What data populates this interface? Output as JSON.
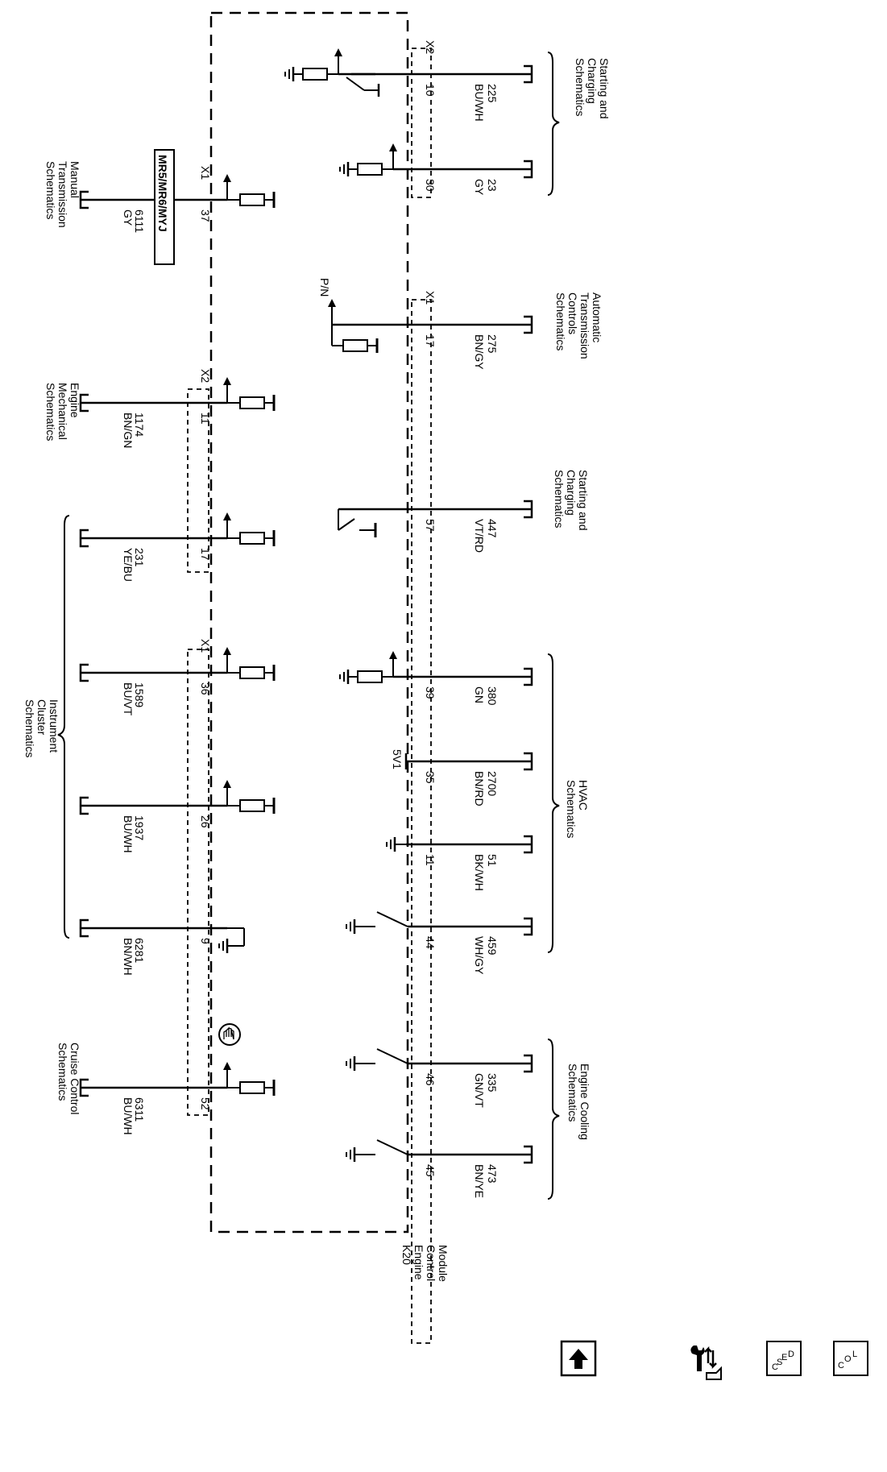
{
  "module": {
    "lines": [
      "K20",
      "Engine",
      "Control",
      "Module"
    ]
  },
  "left_circuits": [
    {
      "id": "c6111",
      "wire": "6111",
      "color": "GY",
      "pin": "37",
      "connector": "X1",
      "dest_key": "manual"
    },
    {
      "id": "c1174",
      "wire": "1174",
      "color": "BN/GN",
      "pin": "11",
      "connector": "X2",
      "dest_key": "engmech"
    },
    {
      "id": "c231",
      "wire": "231",
      "color": "YE/BU",
      "pin": "17",
      "connector": "",
      "dest_key": "cluster"
    },
    {
      "id": "c1589",
      "wire": "1589",
      "color": "BU/VT",
      "pin": "36",
      "connector": "X1",
      "dest_key": "cluster"
    },
    {
      "id": "c1937",
      "wire": "1937",
      "color": "BU/WH",
      "pin": "26",
      "connector": "",
      "dest_key": "cluster"
    },
    {
      "id": "c6281",
      "wire": "6281",
      "color": "BN/WH",
      "pin": "9",
      "connector": "",
      "dest_key": "cluster"
    },
    {
      "id": "c6311",
      "wire": "6311",
      "color": "BU/WH",
      "pin": "52",
      "connector": "",
      "dest_key": "cruise"
    }
  ],
  "right_circuits": [
    {
      "id": "c225",
      "wire": "225",
      "color": "BU/WH",
      "pin": "10",
      "connector": "X2"
    },
    {
      "id": "c23",
      "wire": "23",
      "color": "GY",
      "pin": "30",
      "connector": ""
    },
    {
      "id": "c275",
      "wire": "275",
      "color": "BN/GY",
      "pin": "17",
      "connector": "X1"
    },
    {
      "id": "c447",
      "wire": "447",
      "color": "VT/RD",
      "pin": "57",
      "connector": ""
    },
    {
      "id": "c380",
      "wire": "380",
      "color": "GN",
      "pin": "39",
      "connector": ""
    },
    {
      "id": "c2700",
      "wire": "2700",
      "color": "BN/RD",
      "pin": "35",
      "connector": ""
    },
    {
      "id": "c51",
      "wire": "51",
      "color": "BK/WH",
      "pin": "11",
      "connector": ""
    },
    {
      "id": "c459",
      "wire": "459",
      "color": "WH/GY",
      "pin": "44",
      "connector": ""
    },
    {
      "id": "c335",
      "wire": "335",
      "color": "GN/VT",
      "pin": "46",
      "connector": ""
    },
    {
      "id": "c473",
      "wire": "473",
      "color": "BN/YE",
      "pin": "45",
      "connector": ""
    }
  ],
  "destinations": {
    "manual": [
      "Manual",
      "Transmission",
      "Schematics"
    ],
    "engmech": [
      "Engine",
      "Mechanical",
      "Schematics"
    ],
    "cluster": [
      "Instrument",
      "Cluster",
      "Schematics"
    ],
    "cruise": [
      "Cruise Control",
      "Schematics"
    ],
    "starting1": [
      "Starting and",
      "Charging",
      "Schematics"
    ],
    "atc": [
      "Automatic",
      "Transmission",
      "Controls",
      "Schematics"
    ],
    "starting2": [
      "Starting and",
      "Charging",
      "Schematics"
    ],
    "hvac": [
      "HVAC",
      "Schematics"
    ],
    "cooling": [
      "Engine Cooling",
      "Schematics"
    ]
  },
  "option_box": "MR5/MR6/MYJ",
  "pn_label": "P/N",
  "ref_5v": "5V1",
  "toolbar": {
    "up_icon": "up-arrow-icon",
    "connector_icon": "wrench-connector-icon",
    "desc_icon": {
      "letters": [
        "D",
        "E",
        "S",
        "C"
      ]
    },
    "loc_icon": {
      "letters": [
        "L",
        "O",
        "C"
      ]
    }
  }
}
